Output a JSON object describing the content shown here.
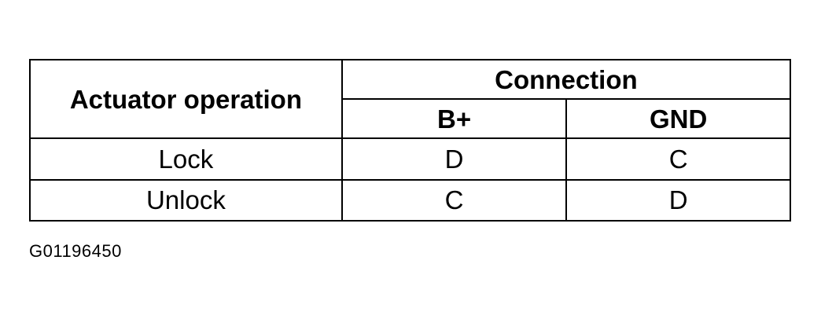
{
  "table": {
    "header_row_label": "Actuator operation",
    "group_header": "Connection",
    "sub_headers": [
      "B+",
      "GND"
    ],
    "rows": [
      {
        "operation": "Lock",
        "b_plus": "D",
        "gnd": "C"
      },
      {
        "operation": "Unlock",
        "b_plus": "C",
        "gnd": "D"
      }
    ]
  },
  "figure_id": "G01196450"
}
